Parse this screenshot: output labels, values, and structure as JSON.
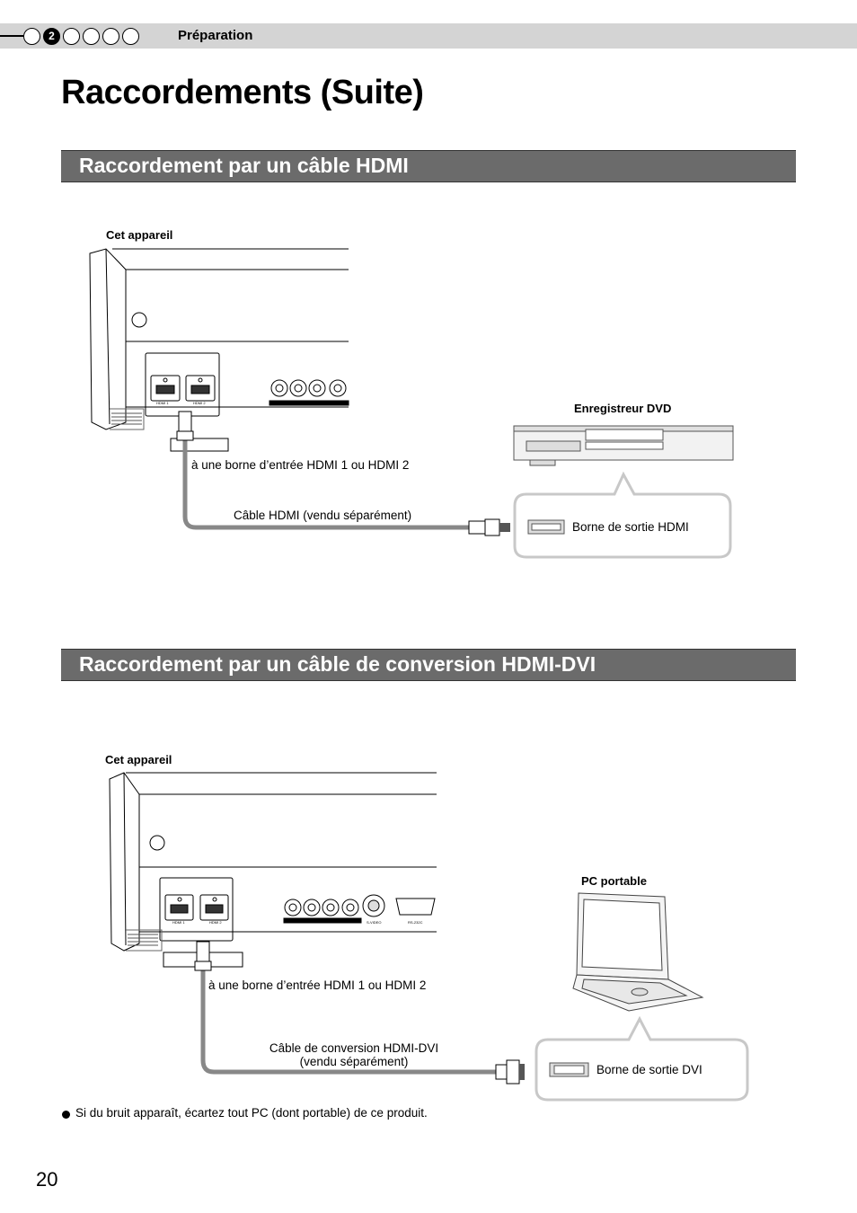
{
  "header": {
    "section_label": "Préparation",
    "steps": [
      "",
      "2",
      "",
      "",
      "",
      ""
    ],
    "active_step_index": 1
  },
  "page_title": "Raccordements (Suite)",
  "section_hdmi": {
    "title": "Raccordement par un câble HDMI",
    "device_label": "Cet appareil",
    "dvd_label": "Enregistreur DVD",
    "input_label": "à une borne d’entrée HDMI 1 ou HDMI 2",
    "cable_label": "Câble HDMI (vendu séparément)",
    "output_label": "Borne de sortie HDMI",
    "port_labels": [
      "HDMI 1",
      "HDMI 2"
    ]
  },
  "section_dvi": {
    "title": "Raccordement par un câble de conversion HDMI-DVI",
    "device_label": "Cet appareil",
    "pc_label": "PC portable",
    "input_label": "à une borne d’entrée HDMI 1 ou HDMI 2",
    "cable_label_line1": "Câble de conversion HDMI-DVI",
    "cable_label_line2": "(vendu séparément)",
    "output_label": "Borne de sortie DVI",
    "port_labels": [
      "HDMI 1",
      "HDMI 2",
      "S-VIDEO",
      "RS-232C"
    ]
  },
  "note": "Si du bruit apparaît, écartez tout PC (dont portable) de ce produit.",
  "page_number": "20"
}
